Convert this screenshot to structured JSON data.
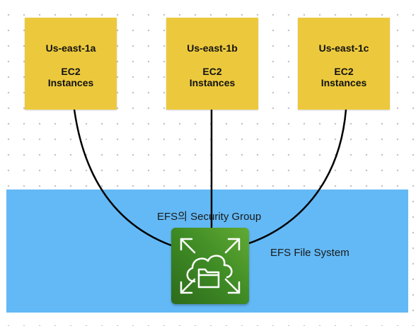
{
  "instances": [
    {
      "zone": "Us-east-1a",
      "line1": "EC2",
      "line2": "Instances"
    },
    {
      "zone": "Us-east-1b",
      "line1": "EC2",
      "line2": "Instances"
    },
    {
      "zone": "Us-east-1c",
      "line1": "EC2",
      "line2": "Instances"
    }
  ],
  "security_group": {
    "label": "EFS의 Security Group",
    "color": "#63b9f5"
  },
  "file_system": {
    "label": "EFS File System",
    "icon": "efs-file-system-icon"
  },
  "colors": {
    "instance_box": "#ecc93c",
    "connector": "#000000",
    "icon_gradient_start": "#2d6b1c",
    "icon_gradient_end": "#62aa34"
  }
}
